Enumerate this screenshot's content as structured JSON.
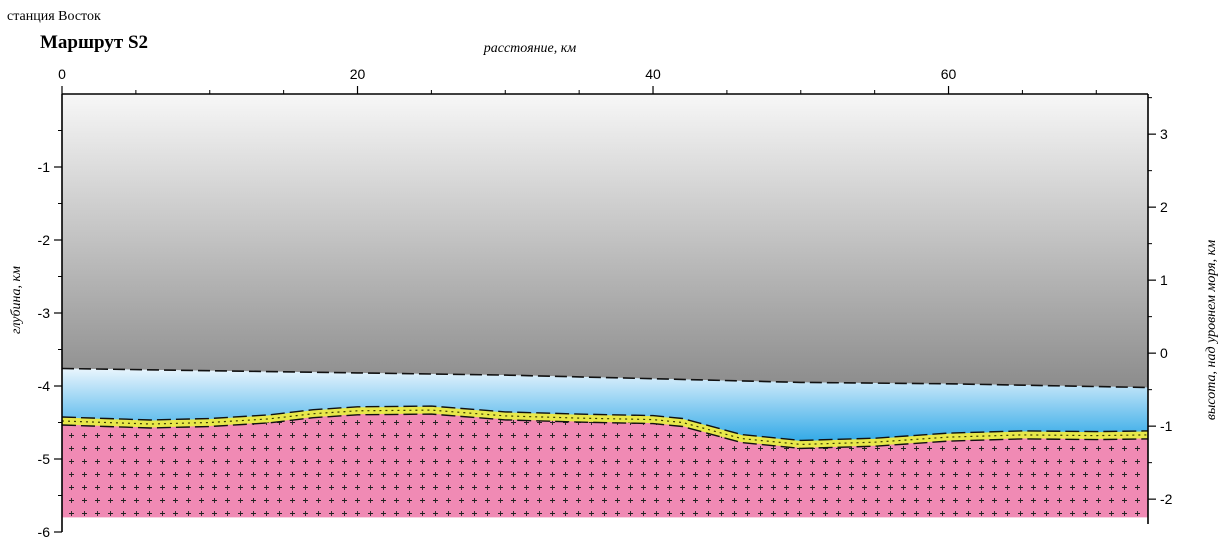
{
  "header": {
    "station": "станция Восток",
    "route_title": "Маршрут S2"
  },
  "chart_data": {
    "type": "area",
    "title": "Маршрут S2",
    "xlabel": "расстояние, км",
    "ylabel_left": "глубина, км",
    "ylabel_right": "высота, над уровнем моря, км",
    "xlim": [
      0,
      73.5
    ],
    "ylim_left": [
      0,
      -6
    ],
    "ylim_right": [
      3.55,
      -2.45
    ],
    "x_ticks": [
      0,
      20,
      40,
      60
    ],
    "x_tick_labels": [
      "0",
      "20",
      "40",
      "60"
    ],
    "y_left_ticks": [
      -1,
      -2,
      -3,
      -4,
      -5,
      -6
    ],
    "y_left_tick_labels": [
      "-1",
      "-2",
      "-3",
      "-4",
      "-5",
      "-6"
    ],
    "y_right_ticks": [
      3,
      2,
      1,
      0,
      -1,
      -2
    ],
    "y_right_tick_labels": [
      "3",
      "2",
      "1",
      "0",
      "-1",
      "-2"
    ],
    "colors": {
      "ice_top": "#f7f7f7",
      "ice_bottom": "#8c8c8c",
      "water_top": "#e9f5fd",
      "water_bottom": "#2aa6e6",
      "bedrock": "#f08ab4",
      "sediment": "#e8e84a"
    },
    "series": [
      {
        "x": [
          0,
          10,
          20,
          30,
          40,
          50,
          60,
          73.5
        ],
        "values": [
          -3.76,
          -3.79,
          -3.82,
          -3.85,
          -3.9,
          -3.95,
          -3.97,
          -4.02
        ]
      },
      {
        "x": [
          0,
          3,
          6,
          10,
          14,
          17,
          20,
          25,
          30,
          35,
          40,
          42,
          46,
          50,
          55,
          60,
          65,
          70,
          73.5
        ],
        "values": [
          -4.48,
          -4.5,
          -4.52,
          -4.5,
          -4.45,
          -4.38,
          -4.34,
          -4.33,
          -4.41,
          -4.44,
          -4.46,
          -4.5,
          -4.72,
          -4.8,
          -4.77,
          -4.7,
          -4.67,
          -4.68,
          -4.67
        ]
      },
      {
        "x": [
          0,
          73.5
        ],
        "values": [
          -5.8,
          -5.8
        ]
      }
    ]
  }
}
